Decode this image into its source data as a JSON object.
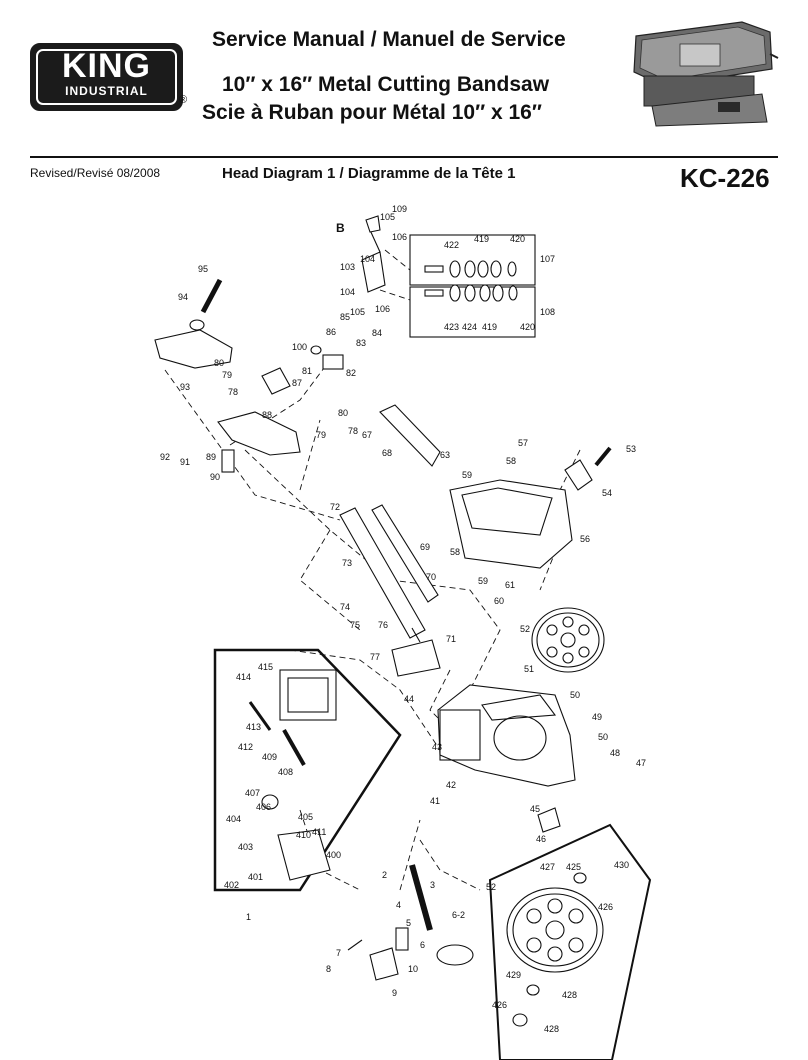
{
  "brand": {
    "name": "KING",
    "sub": "INDUSTRIAL",
    "reg": "®"
  },
  "header": {
    "title_main": "Service Manual / Manuel de Service",
    "title_en": "10″ x 16″ Metal Cutting Bandsaw",
    "title_fr": "Scie à Ruban pour Métal 10″ x 16″",
    "revised": "Revised/Revisé 08/2008",
    "subtitle": "Head Diagram 1 / Diagramme de la Tête 1",
    "model": "KC-226"
  },
  "callouts": [
    {
      "t": "B"
    },
    {
      "t": "105"
    },
    {
      "t": "109"
    },
    {
      "t": "106"
    },
    {
      "t": "104"
    },
    {
      "t": "103"
    },
    {
      "t": "422"
    },
    {
      "t": "419"
    },
    {
      "t": "420"
    },
    {
      "t": "107"
    },
    {
      "t": "104"
    },
    {
      "t": "105"
    },
    {
      "t": "106"
    },
    {
      "t": "423"
    },
    {
      "t": "424"
    },
    {
      "t": "419"
    },
    {
      "t": "420"
    },
    {
      "t": "108"
    },
    {
      "t": "95"
    },
    {
      "t": "94"
    },
    {
      "t": "93"
    },
    {
      "t": "80"
    },
    {
      "t": "79"
    },
    {
      "t": "78"
    },
    {
      "t": "85"
    },
    {
      "t": "86"
    },
    {
      "t": "83"
    },
    {
      "t": "84"
    },
    {
      "t": "100"
    },
    {
      "t": "81"
    },
    {
      "t": "82"
    },
    {
      "t": "87"
    },
    {
      "t": "88"
    },
    {
      "t": "92"
    },
    {
      "t": "91"
    },
    {
      "t": "89"
    },
    {
      "t": "90"
    },
    {
      "t": "80"
    },
    {
      "t": "79"
    },
    {
      "t": "78"
    },
    {
      "t": "67"
    },
    {
      "t": "68"
    },
    {
      "t": "63"
    },
    {
      "t": "57"
    },
    {
      "t": "58"
    },
    {
      "t": "59"
    },
    {
      "t": "53"
    },
    {
      "t": "54"
    },
    {
      "t": "72"
    },
    {
      "t": "73"
    },
    {
      "t": "69"
    },
    {
      "t": "70"
    },
    {
      "t": "56"
    },
    {
      "t": "58"
    },
    {
      "t": "59"
    },
    {
      "t": "61"
    },
    {
      "t": "60"
    },
    {
      "t": "74"
    },
    {
      "t": "75"
    },
    {
      "t": "76"
    },
    {
      "t": "71"
    },
    {
      "t": "77"
    },
    {
      "t": "52"
    },
    {
      "t": "51"
    },
    {
      "t": "414"
    },
    {
      "t": "415"
    },
    {
      "t": "413"
    },
    {
      "t": "412"
    },
    {
      "t": "409"
    },
    {
      "t": "408"
    },
    {
      "t": "407"
    },
    {
      "t": "406"
    },
    {
      "t": "405"
    },
    {
      "t": "404"
    },
    {
      "t": "403"
    },
    {
      "t": "410"
    },
    {
      "t": "411"
    },
    {
      "t": "400"
    },
    {
      "t": "402"
    },
    {
      "t": "401"
    },
    {
      "t": "1"
    },
    {
      "t": "44"
    },
    {
      "t": "50"
    },
    {
      "t": "49"
    },
    {
      "t": "43"
    },
    {
      "t": "50"
    },
    {
      "t": "48"
    },
    {
      "t": "47"
    },
    {
      "t": "42"
    },
    {
      "t": "41"
    },
    {
      "t": "45"
    },
    {
      "t": "46"
    },
    {
      "t": "2"
    },
    {
      "t": "3"
    },
    {
      "t": "4"
    },
    {
      "t": "5"
    },
    {
      "t": "6-2"
    },
    {
      "t": "6"
    },
    {
      "t": "7"
    },
    {
      "t": "8"
    },
    {
      "t": "9"
    },
    {
      "t": "10"
    },
    {
      "t": "52"
    },
    {
      "t": "427"
    },
    {
      "t": "425"
    },
    {
      "t": "430"
    },
    {
      "t": "426"
    },
    {
      "t": "429"
    },
    {
      "t": "428"
    },
    {
      "t": "426"
    },
    {
      "t": "428"
    }
  ]
}
